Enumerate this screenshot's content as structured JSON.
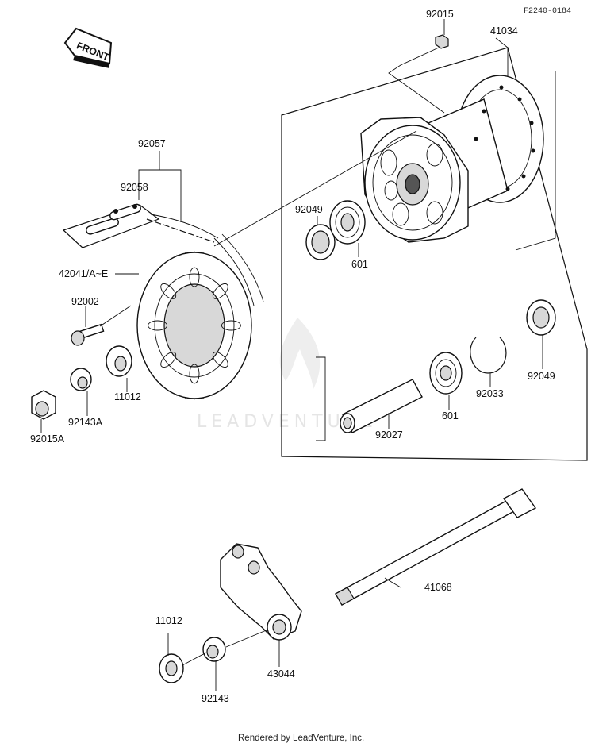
{
  "diagram_code": "F2240-0184",
  "front_label": "FRONT",
  "watermark": "LEADVENTURE",
  "credit": "Rendered by LeadVenture, Inc.",
  "parts": {
    "p92015": "92015",
    "p41034": "41034",
    "p92057": "92057",
    "p92058": "92058",
    "p42041": "42041/A~E",
    "p92049_top": "92049",
    "p601_top": "601",
    "p92002": "92002",
    "p11012_top": "11012",
    "p92143A": "92143A",
    "p92015A": "92015A",
    "p92049_right": "92049",
    "p92033": "92033",
    "p601_bottom": "601",
    "p92027": "92027",
    "p41068": "41068",
    "p11012_bottom": "11012",
    "p92143": "92143",
    "p43044": "43044"
  }
}
